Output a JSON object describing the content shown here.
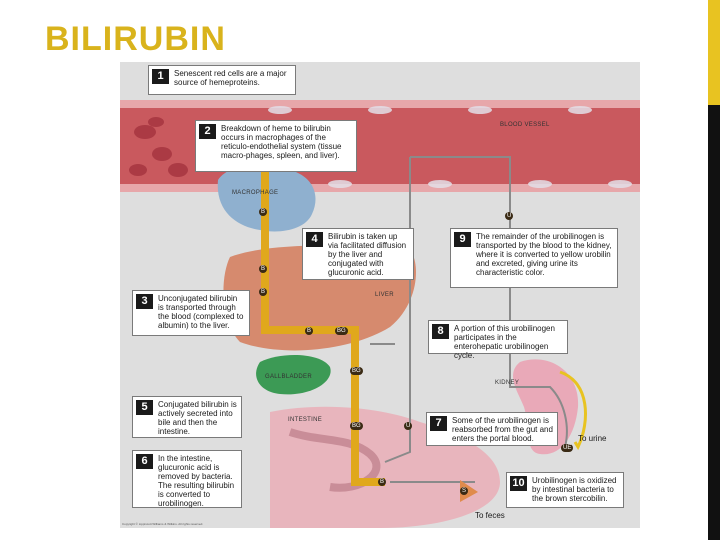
{
  "slide": {
    "title": "BILIRUBIN",
    "accent_color": "#e8c321"
  },
  "figure": {
    "steps": [
      {
        "num": "1",
        "text": "Senescent red cells are a major source of hemeproteins."
      },
      {
        "num": "2",
        "text": "Breakdown of heme to bilirubin occurs in macrophages of the reticulo-endothelial system (tissue macro-phages, spleen, and liver)."
      },
      {
        "num": "3",
        "text": "Unconjugated bilirubin is transported through the blood (complexed to albumin) to the liver."
      },
      {
        "num": "4",
        "text": "Bilirubin is taken up via facilitated diffusion by the liver and conjugated with glucuronic acid."
      },
      {
        "num": "5",
        "text": "Conjugated bilirubin is actively secreted into bile and then the intestine."
      },
      {
        "num": "6",
        "text": "In the intestine, glucuronic acid is removed by bacteria. The resulting bilirubin is converted to urobilinogen."
      },
      {
        "num": "7",
        "text": "Some of the urobilinogen is reabsorbed from the gut and enters the portal blood."
      },
      {
        "num": "8",
        "text": "A portion of this urobilinogen participates in the enterohepatic urobilinogen cycle."
      },
      {
        "num": "9",
        "text": "The remainder of the urobilinogen is transported by the blood to the kidney, where it is converted to yellow urobilin and excreted, giving urine its characteristic color."
      },
      {
        "num": "10",
        "text": "Urobilinogen is oxidized by intestinal bacteria to the brown stercobilin."
      }
    ],
    "labels": {
      "blood_vessel": "BLOOD VESSEL",
      "macrophage": "MACROPHAGE",
      "liver": "LIVER",
      "gallbladder": "GALLBLADDER",
      "kidney": "KIDNEY",
      "intestine": "INTESTINE",
      "to_urine": "To urine",
      "to_feces": "To feces"
    },
    "chips": {
      "b": "B",
      "bg": "BG",
      "u": "U",
      "s": "S",
      "ue": "UE"
    },
    "credit": "Copyright © Lippincott Williams & Wilkins. All rights reserved."
  }
}
